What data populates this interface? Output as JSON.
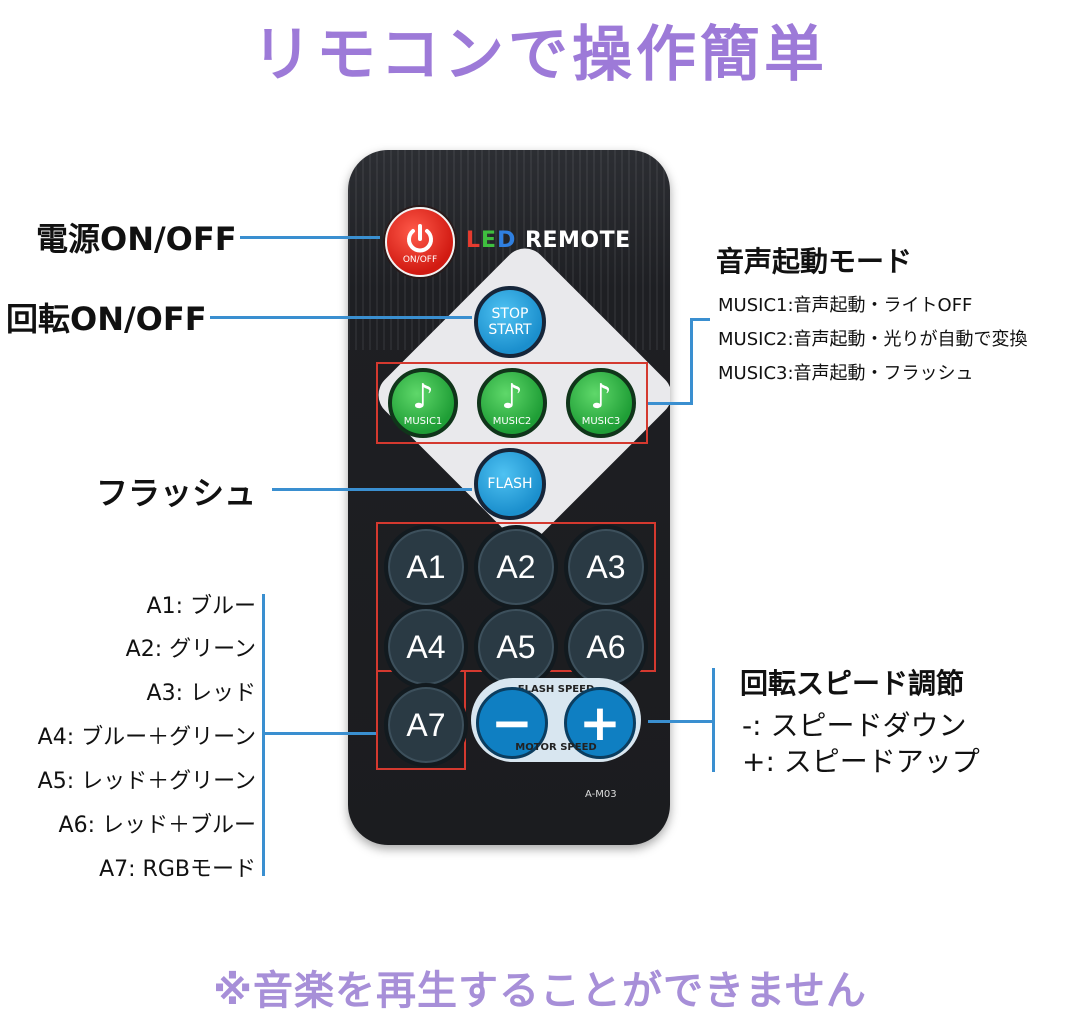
{
  "title": "リモコンで操作簡単",
  "footer": "※音楽を再生することができません",
  "remote": {
    "power_label": "ON/OFF",
    "brand_led": "LED",
    "brand_remote": "REMOTE",
    "stop_start_top": "STOP",
    "stop_start_bottom": "START",
    "music_buttons": [
      "MUSIC1",
      "MUSIC2",
      "MUSIC3"
    ],
    "flash_label": "FLASH",
    "a_buttons": [
      "A1",
      "A2",
      "A3",
      "A4",
      "A5",
      "A6",
      "A7"
    ],
    "flash_speed_label": "FLASH SPEED",
    "motor_speed_label": "MOTOR SPEED",
    "minus_label": "−",
    "plus_label": "+",
    "model": "A-M03",
    "colors": {
      "power": "#d11a12",
      "blue_button": "#1b8fcd",
      "music_button": "#1f9e36",
      "brand_L": "#e53b2f",
      "brand_E": "#3fbf3f",
      "brand_D": "#2f7fe0"
    }
  },
  "callouts": {
    "power": "電源ON/OFF",
    "rotation": "回転ON/OFF",
    "flash": "フラッシュ",
    "sound_mode_title": "音声起動モード",
    "sound_modes": [
      "MUSIC1:音声起動・ライトOFF",
      "MUSIC2:音声起動・光りが自動で変換",
      "MUSIC3:音声起動・フラッシュ"
    ],
    "colors_list": [
      "A1: ブルー",
      "A2: グリーン",
      "A3: レッド",
      "A4: ブルー＋グリーン",
      "A5: レッド＋グリーン",
      "A6: レッド＋ブルー",
      "A7: RGBモード"
    ],
    "speed_title": "回転スピード調節",
    "speed_minus": "-:  スピードダウン",
    "speed_plus": "+:  スピードアップ"
  }
}
